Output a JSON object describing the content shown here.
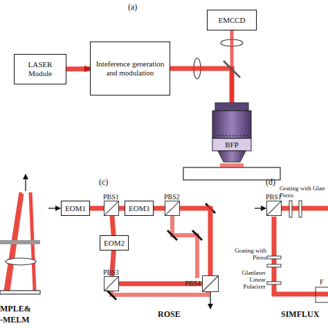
{
  "diagram": {
    "nodes": [
      {
        "text": [
          "LASER Module"
        ]
      },
      {
        "text": [
          "Inteference generation and modulation"
        ]
      },
      {
        "text": [
          "EMCCD"
        ]
      },
      {
        "text": [
          "BFP"
        ]
      },
      {
        "text": [
          "EOM1"
        ]
      },
      {
        "text": [
          "PBS1"
        ]
      },
      {
        "text": [
          "EOM3"
        ]
      },
      {
        "text": [
          "PBS2"
        ]
      },
      {
        "text": [
          "EOM2"
        ]
      },
      {
        "text": [
          "PBS3"
        ]
      },
      {
        "text": [
          "PBS4"
        ]
      },
      {
        "text": [
          "PBS1"
        ]
      }
    ],
    "edges": [
      {
        "from": 0,
        "to": 1,
        "arrow": "to"
      },
      {
        "from": 1,
        "to": 3,
        "arrow": "none"
      },
      {
        "from": 3,
        "to": 2,
        "arrow": "none"
      },
      {
        "from": 4,
        "to": 5,
        "arrow": "none"
      },
      {
        "from": 5,
        "to": 6,
        "arrow": "none"
      },
      {
        "from": 6,
        "to": 7,
        "arrow": "none"
      },
      {
        "from": 7,
        "to": 10,
        "arrow": "none"
      },
      {
        "from": 5,
        "to": 8,
        "arrow": "none"
      },
      {
        "from": 8,
        "to": 9,
        "arrow": "none"
      },
      {
        "from": 9,
        "to": 10,
        "arrow": "none"
      }
    ],
    "labels": [
      "(a)",
      "(c)",
      "ROSE",
      "(d)",
      "Grating with Piezo",
      "Glan",
      "Grating with Piezo",
      "Glanlaser Linear Polarizer",
      "SIMFLUX",
      "MPLE&",
      "-MELM",
      "F"
    ]
  }
}
